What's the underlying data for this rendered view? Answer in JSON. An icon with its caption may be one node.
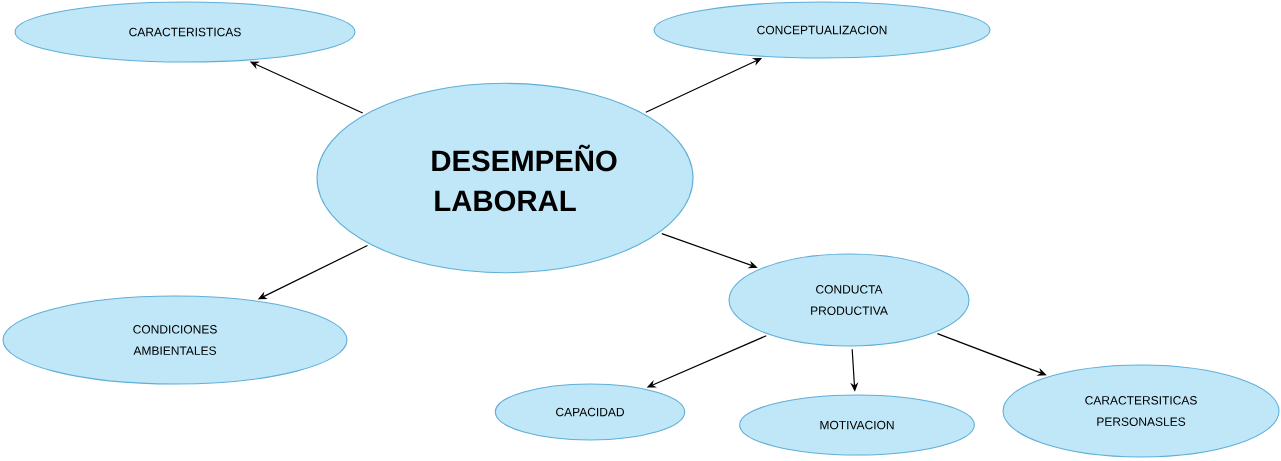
{
  "diagram": {
    "nodes": [
      {
        "text": [
          "DESEMPEÑO LABORAL"
        ]
      },
      {
        "text": [
          "CARACTERISTICAS"
        ]
      },
      {
        "text": [
          "CONCEPTUALIZACION"
        ]
      },
      {
        "text": [
          "CONDICIONES AMBIENTALES"
        ]
      },
      {
        "text": [
          "CONDUCTA PRODUCTIVA"
        ]
      },
      {
        "text": [
          "CAPACIDAD"
        ]
      },
      {
        "text": [
          "MOTIVACION"
        ]
      },
      {
        "text": [
          "CARACTERSITICAS PERSONASLES"
        ]
      }
    ],
    "edges": [
      {
        "from": 0,
        "to": 1,
        "arrow": "to"
      },
      {
        "from": 0,
        "to": 2,
        "arrow": "to"
      },
      {
        "from": 0,
        "to": 3,
        "arrow": "to"
      },
      {
        "from": 0,
        "to": 4,
        "arrow": "to"
      },
      {
        "from": 4,
        "to": 5,
        "arrow": "to"
      },
      {
        "from": 4,
        "to": 6,
        "arrow": "to"
      },
      {
        "from": 4,
        "to": 7,
        "arrow": "to"
      }
    ]
  }
}
